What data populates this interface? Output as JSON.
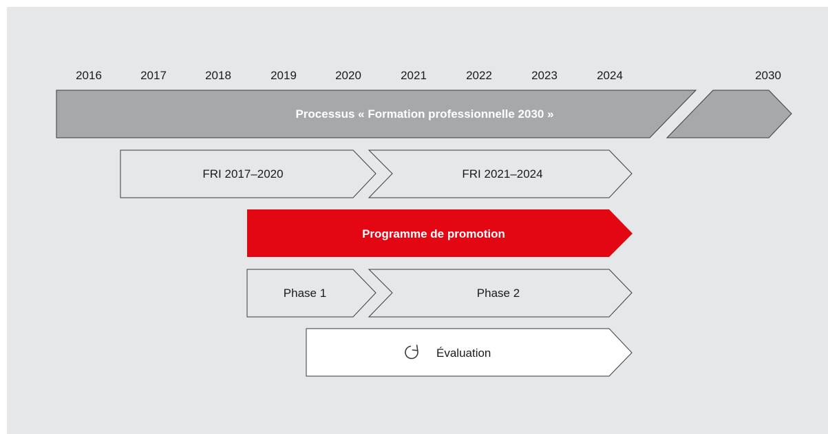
{
  "timeline": {
    "years": [
      "2016",
      "2017",
      "2018",
      "2019",
      "2020",
      "2021",
      "2022",
      "2023",
      "2024",
      "2030"
    ]
  },
  "process_bar": {
    "label": "Processus « Formation professionnelle 2030 »"
  },
  "fri_bars": [
    {
      "label": "FRI 2017–2020"
    },
    {
      "label": "FRI 2021–2024"
    }
  ],
  "promotion_bar": {
    "label": "Programme de promotion"
  },
  "phase_bars": [
    {
      "label": "Phase 1"
    },
    {
      "label": "Phase 2"
    }
  ],
  "evaluation_bar": {
    "label": "Évaluation",
    "icon": "refresh-icon"
  },
  "colors": {
    "background": "#e6e7e8",
    "process_fill": "#a6a8aa",
    "promotion_fill": "#e30613",
    "phase_fill": "#e6e7e8",
    "evaluation_fill": "#ffffff",
    "outline": "#3a3a3a"
  }
}
